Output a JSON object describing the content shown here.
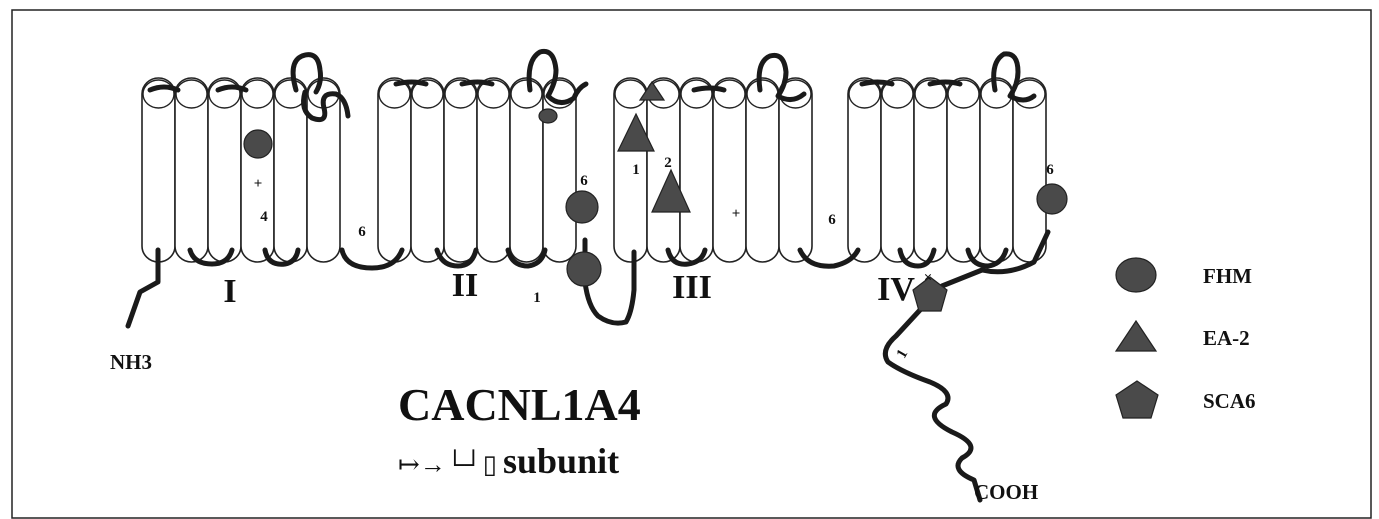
{
  "title": "CACNL1A4",
  "subtitle": {
    "glyphs": "↦→└┘▯",
    "text": "subunit"
  },
  "domains": [
    "I",
    "II",
    "III",
    "IV"
  ],
  "domain_extra_mark": "×",
  "termini": {
    "n": "NH3",
    "c": "COOH"
  },
  "segment_marks": {
    "plus": "+",
    "four": "4",
    "six": "6",
    "one": "1",
    "two": "2",
    "tick": "1"
  },
  "legend": [
    {
      "label": "FHM",
      "shape": "circle"
    },
    {
      "label": "EA-2",
      "shape": "triangle"
    },
    {
      "label": "SCA6",
      "shape": "pentagon"
    }
  ],
  "colors": {
    "line": "#1a1a1a",
    "marker": "#4a4a4a",
    "border": "#222222",
    "background": "#ffffff"
  }
}
